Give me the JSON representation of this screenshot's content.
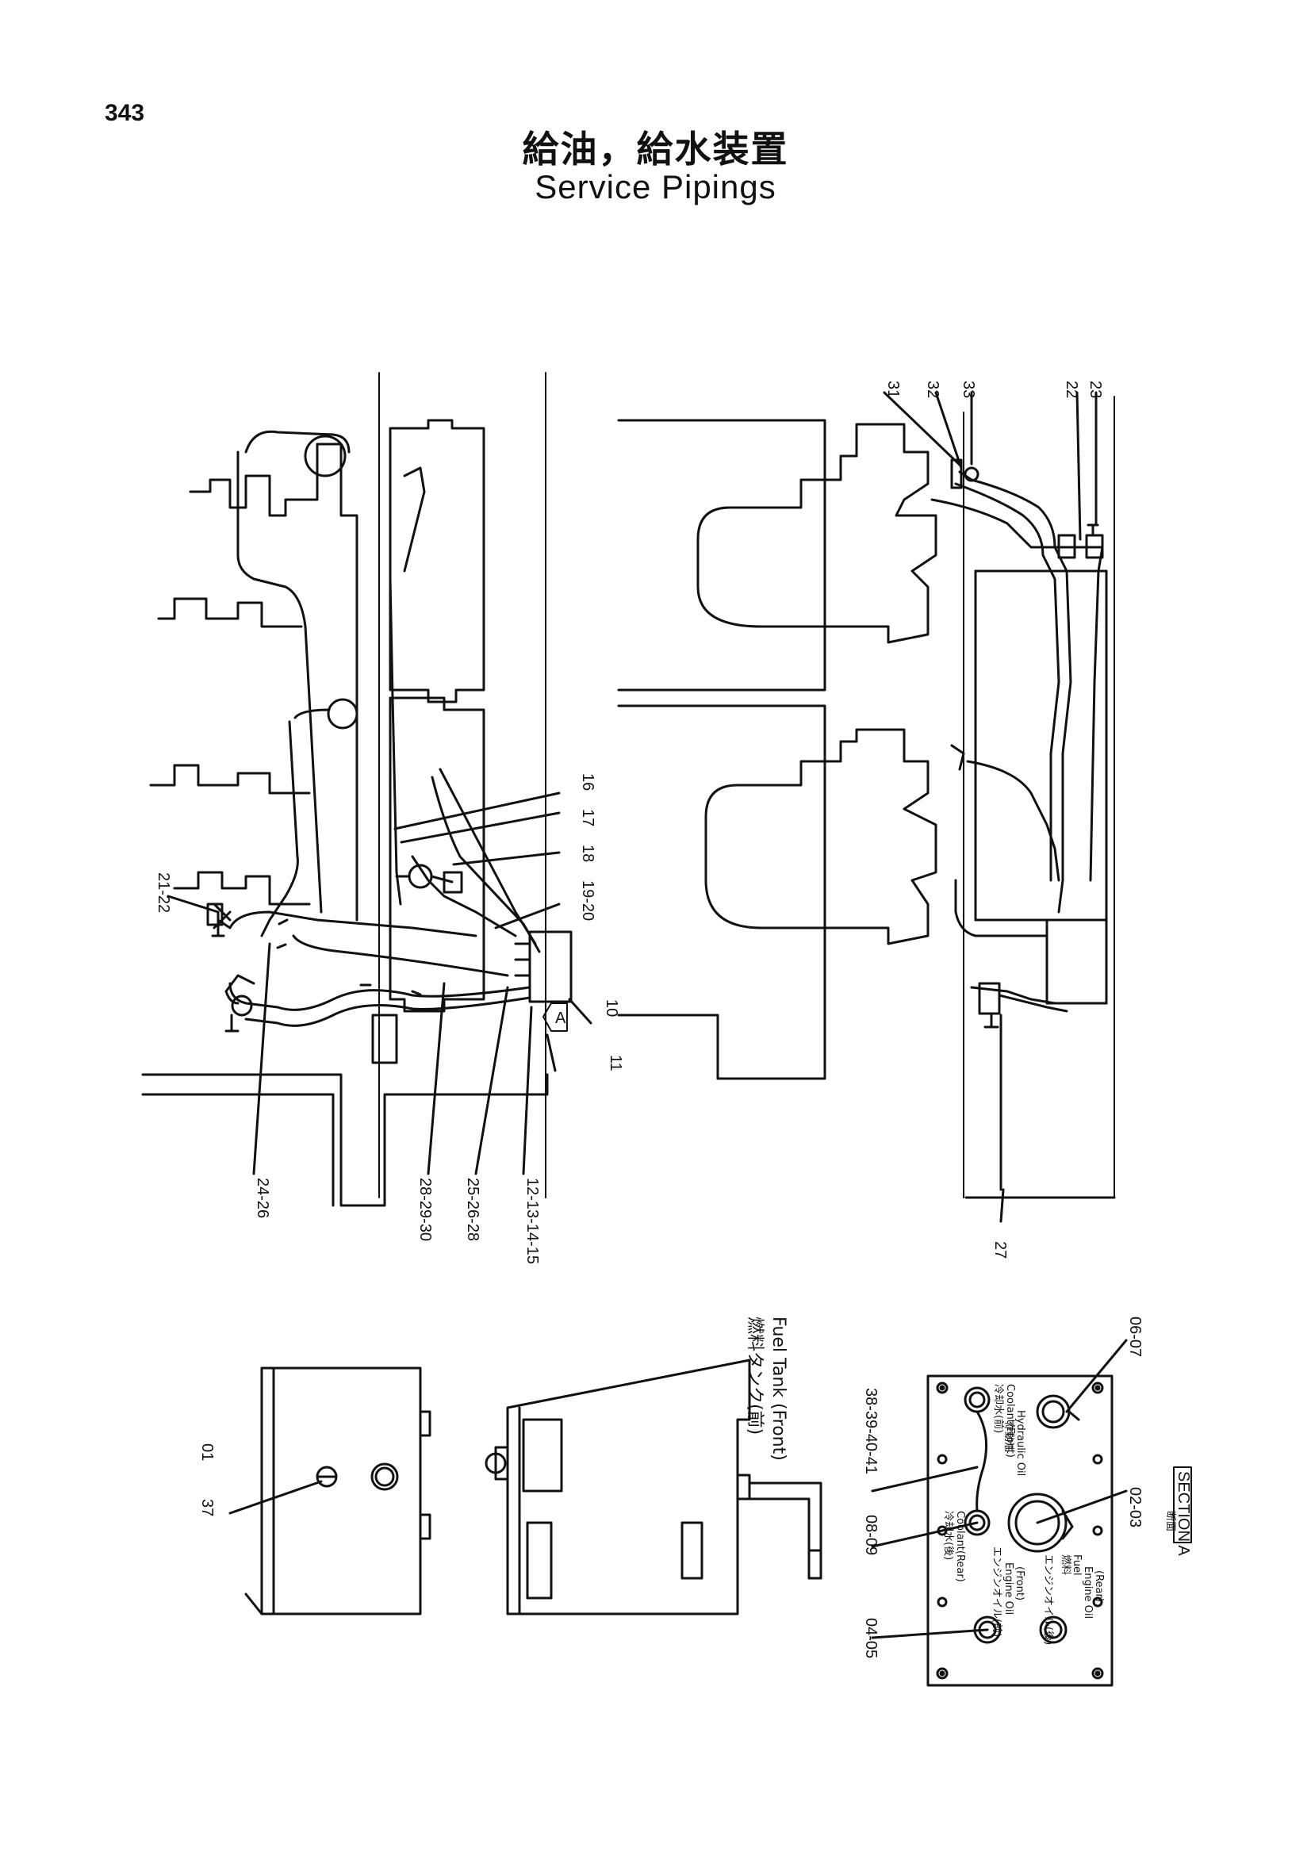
{
  "page": {
    "number": "343",
    "title_ja": "給油，給水装置",
    "title_en": "Service Pipings"
  },
  "callouts_top": {
    "c31": "31",
    "c32": "32",
    "c33": "33",
    "c22": "22",
    "c23": "23"
  },
  "callouts_left": {
    "c16": "16",
    "c17": "17",
    "c18": "18",
    "c19_20": "19-20",
    "c21_22": "21-22",
    "c10": "10",
    "c11": "11",
    "cA": "A",
    "c24_26": "24-26",
    "c28_29_30": "28-29-30",
    "c25_26_28": "25-26-28",
    "c12_15": "12-13-14-15",
    "c27": "27"
  },
  "fuel_tank": {
    "label_ja": "燃料タンク(前)",
    "label_en": "Fuel Tank (Front)",
    "c37": "37",
    "c01": "01"
  },
  "panel": {
    "c04_05": "04-05",
    "c08_09": "08-09",
    "c38_41": "38-39-40-41",
    "c02_03": "02-03",
    "c06_07": "06-07",
    "coolant_front_ja": "冷却水(前)",
    "coolant_front_en": "Coolant(Front)",
    "coolant_rear_ja": "冷却水(後)",
    "coolant_rear_en": "Coolant(Rear)",
    "hydraulic_ja": "作動油",
    "hydraulic_en": "Hydraulic Oil",
    "engine_front_ja": "エンジンオイル(前)",
    "engine_front_en1": "Engine Oil",
    "engine_front_en2": "(Front)",
    "engine_rear_ja": "エンジンオイル(後)",
    "engine_rear_en1": "Engine Oil",
    "engine_rear_en2": "(Rear)",
    "fuel_ja": "燃料",
    "fuel_en": "Fuel",
    "section_ja": "断面",
    "section_en": "SECTION A"
  }
}
